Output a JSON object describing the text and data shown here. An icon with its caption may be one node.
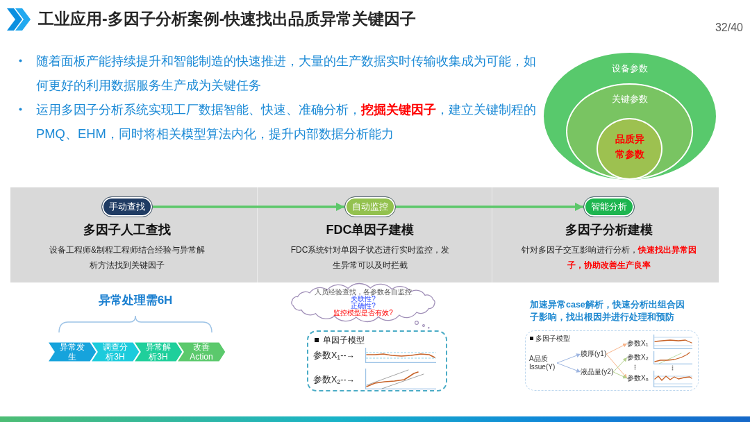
{
  "diagram": {
    "title": "工业应用-多因子分析案例-快速找出品质异常关键因子",
    "nodes": [
      {
        "text": [
          "设备参数"
        ]
      },
      {
        "text": [
          "关键参数"
        ],
        "in": 0
      },
      {
        "text": [
          "品质异常参数"
        ],
        "in": 1
      },
      {
        "text": [
          "多因子人工查找",
          "设备工程师&制程工程师结合经验与异常解析方法找到关键因子"
        ]
      },
      {
        "text": [
          "手动查找"
        ],
        "in": 3
      },
      {
        "text": [
          "FDC单因子建模",
          "FDC系统针对单因子状态进行实时监控，发生异常可以及时拦截"
        ]
      },
      {
        "text": [
          "自动监控"
        ],
        "in": 5
      },
      {
        "text": [
          "多因子分析建模",
          "针对多因子交互影响进行分析，**快速找出异常因子，协助改善生产良率**"
        ]
      },
      {
        "text": [
          "智能分析"
        ],
        "in": 7
      },
      {
        "text": [
          "异常发生"
        ]
      },
      {
        "text": [
          "调查分析3H"
        ]
      },
      {
        "text": [
          "异常解析3H"
        ]
      },
      {
        "text": [
          "改善Action"
        ]
      },
      {
        "text": [
          "人员经验查找，各参数各自监控",
          "关联性?",
          "正确性?",
          "监控模型是否有效?"
        ]
      },
      {
        "text": [
          "单因子模型",
          "参数X$_{1}$--→",
          "参数X$_{2}$--→"
        ]
      },
      {
        "text": [
          "多因子模型"
        ]
      },
      {
        "text": [
          "A品质Issue(Y)"
        ],
        "in": 15
      },
      {
        "text": [
          "膜厚(y1)"
        ],
        "in": 15
      },
      {
        "text": [
          "液晶量(y2)"
        ],
        "in": 15
      },
      {
        "text": [
          "参数X$_{1}$"
        ],
        "in": 15
      },
      {
        "text": [
          "参数X$_{2}$"
        ],
        "in": 15
      },
      {
        "text": [
          "参数X$_{n}$"
        ],
        "in": 15
      }
    ],
    "edges": [
      {
        "from": 4,
        "to": 6,
        "arrow": "to",
        "style": "thick",
        "color": "#5cc76a"
      },
      {
        "from": 6,
        "to": 8,
        "arrow": "to",
        "style": "thick",
        "color": "#5cc76a"
      },
      {
        "from": 16,
        "to": 17,
        "arrow": "to",
        "color": "#9db5e0"
      },
      {
        "from": 16,
        "to": 18,
        "arrow": "to",
        "color": "#9db5e0"
      },
      {
        "from": 17,
        "to": 19,
        "arrow": "to",
        "color": "#f8b48a"
      },
      {
        "from": 17,
        "to": 21,
        "arrow": "to",
        "color": "#f8b48a"
      },
      {
        "from": 18,
        "to": 20,
        "arrow": "to",
        "color": "#b5d18e"
      },
      {
        "from": 18,
        "to": 21,
        "arrow": "to",
        "color": "#b5d18e"
      }
    ],
    "labels": [
      "32/40",
      "随着面板产能持续提升和智能制造的快速推进，大量的生产数据实时传输收集成为可能，如何更好的利用数据服务生产成为关键任务",
      "运用多因子分析系统实现工厂数据智能、快速、准确分析，**挖掘关键因子**，建立关键制程的PMQ、EHM，同时将相关模型算法内化，提升内部数据分析能力",
      "异常处理需6H",
      "加速异常case解析，快速分析出组合因子影响，找出根因并进行处理和预防"
    ]
  }
}
